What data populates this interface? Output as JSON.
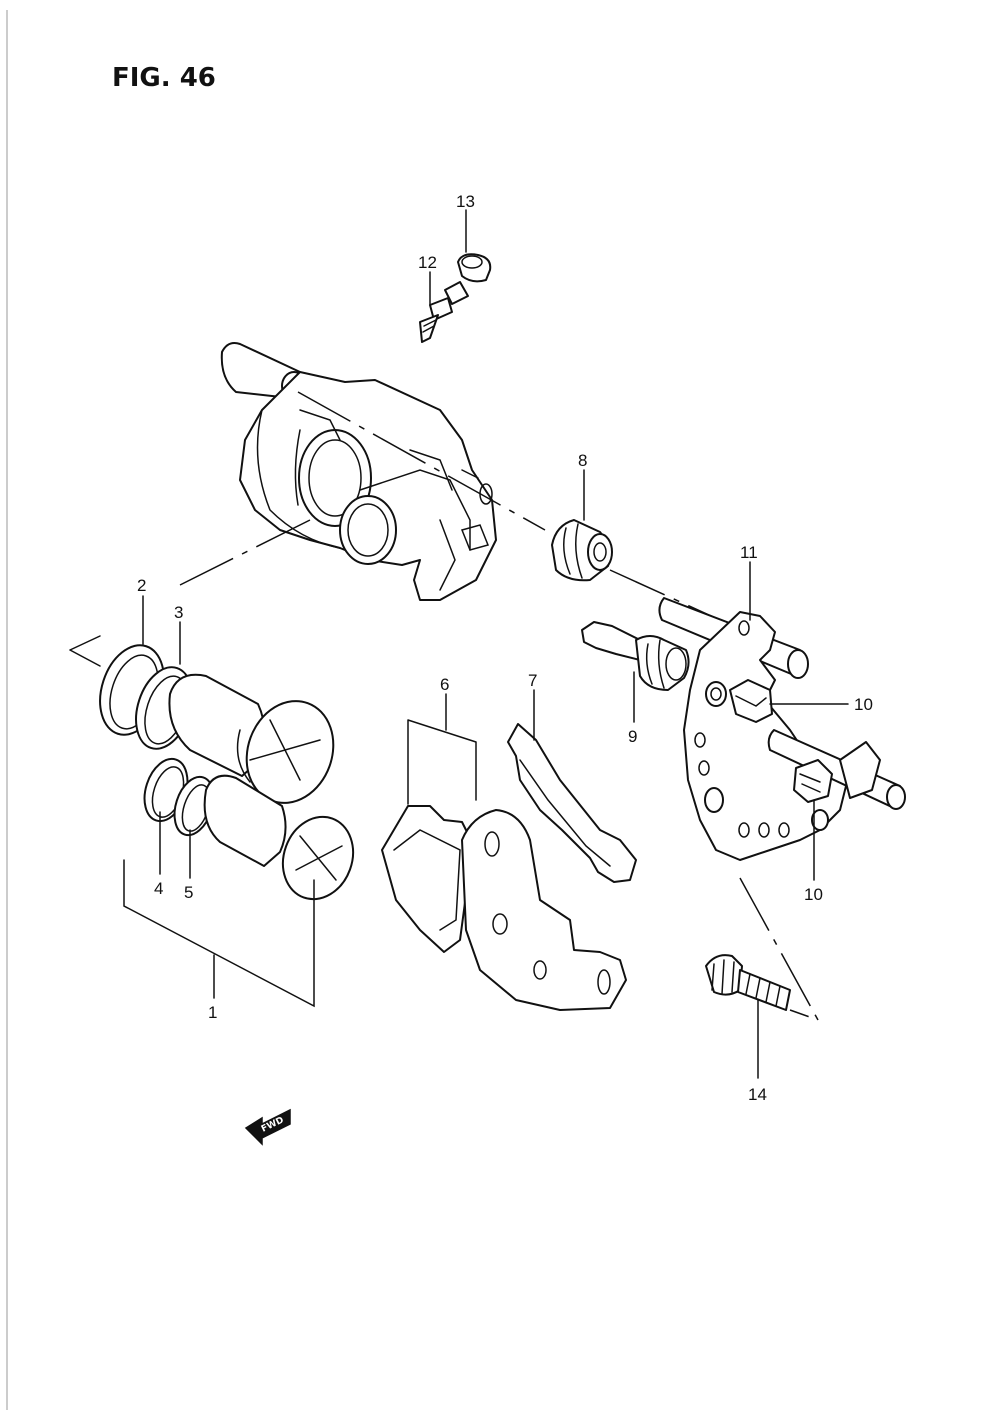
{
  "figure": {
    "title": "FIG. 46"
  },
  "callouts": {
    "c1": "1",
    "c2": "2",
    "c3": "3",
    "c4": "4",
    "c5": "5",
    "c6": "6",
    "c7": "7",
    "c8": "8",
    "c9": "9",
    "c10a": "10",
    "c10b": "10",
    "c11": "11",
    "c12": "12",
    "c13": "13",
    "c14": "14"
  },
  "direction_marker": {
    "label": "FWD",
    "icon": "fwd-arrow-icon"
  }
}
